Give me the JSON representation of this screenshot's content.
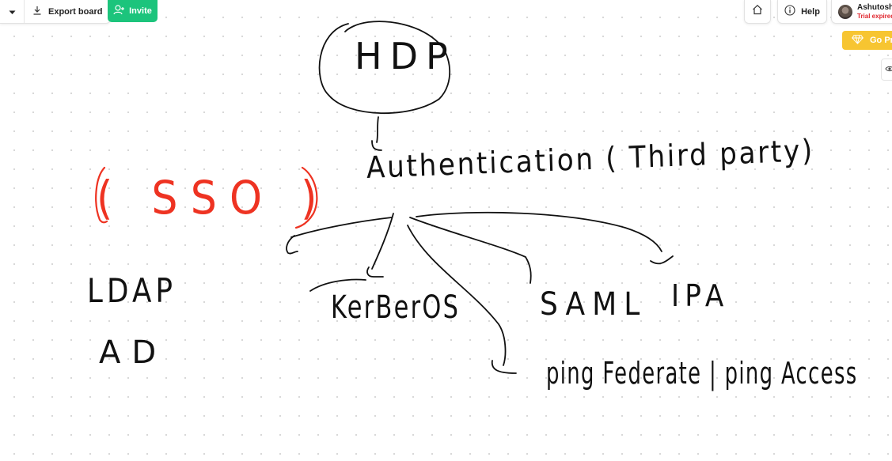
{
  "toolbar": {
    "export_label": "Export board",
    "invite_label": "Invite",
    "help_label": "Help",
    "go_pro_label": "Go Pro"
  },
  "user": {
    "name": "Ashutoshh",
    "status": "Trial expired",
    "status_color": "#e0262e"
  },
  "colors": {
    "invite_bg": "#1cc47c",
    "go_pro_bg": "#f7c531",
    "ink": "#111111",
    "ink_red": "#ee3322"
  },
  "board": {
    "hdp": "HDP",
    "authentication": "Authentication ( Third party)",
    "sso": "( SSO )",
    "ldap": "LDAP",
    "ad": "AD",
    "kerberos": "KerBerOS",
    "saml": "SAML",
    "ipa": "IPA",
    "ping": "ping Federate | ping Access"
  }
}
